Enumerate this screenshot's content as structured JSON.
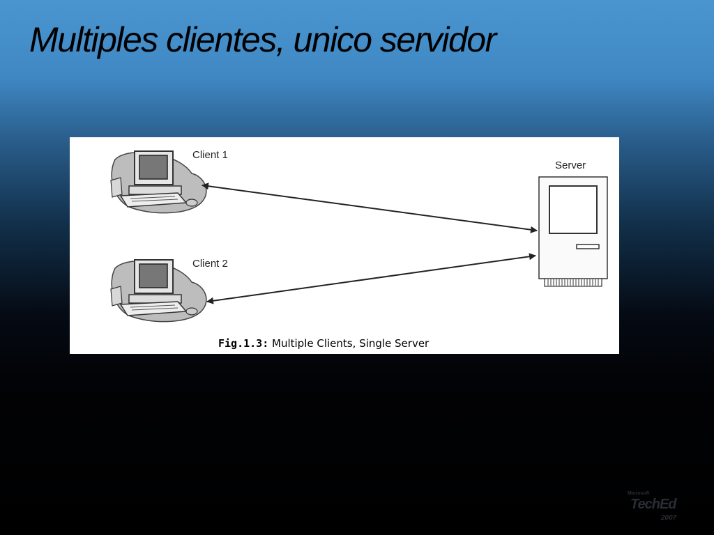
{
  "slide": {
    "title": "Multiples clientes,  unico servidor"
  },
  "figure": {
    "client1_label": "Client 1",
    "client2_label": "Client 2",
    "server_label": "Server",
    "caption_number": "Fig.1.3:",
    "caption_text": " Multiple Clients, Single Server"
  },
  "logo": {
    "brand": "Microsoft",
    "name": "TechEd",
    "year": "2007"
  },
  "icons": [
    "client-computer-icon",
    "server-icon",
    "double-arrow-icon"
  ]
}
